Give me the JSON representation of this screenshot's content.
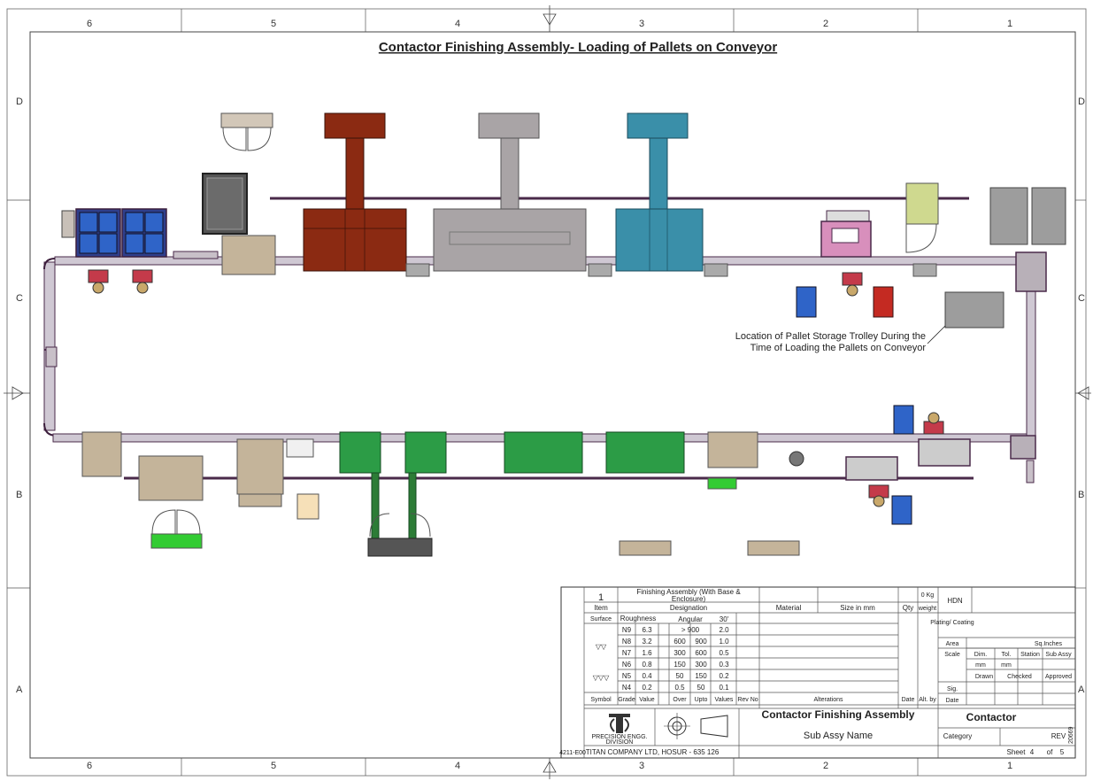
{
  "drawing": {
    "title": "Contactor Finishing Assembly- Loading of Pallets on Conveyor",
    "note_line1": "Location of Pallet Storage Trolley During the",
    "note_line2": "Time of Loading the Pallets on Conveyor"
  },
  "border": {
    "columns": [
      "6",
      "5",
      "4",
      "3",
      "2",
      "1"
    ],
    "rows": [
      "D",
      "C",
      "B",
      "A"
    ]
  },
  "colors": {
    "brown_station": "#8b2a12",
    "grey_station": "#a9a4a6",
    "teal_station": "#3a8fa9",
    "green_station": "#2c9c46",
    "tan_station": "#c4b49a",
    "blue_bin": "#2f64c8",
    "red_bin": "#c42a22",
    "pink_station": "#d88fbc",
    "olive_door": "#cfd98f",
    "conveyor": "#4a2a4a"
  },
  "title_block": {
    "item_no": "1",
    "item_desc_line1": "Finishing Assembly (With Base &",
    "item_desc_line2": "Enclosure)",
    "col_item": "Item",
    "col_designation": "Designation",
    "col_material": "Material",
    "col_size": "Size in mm",
    "col_qty": "Qty",
    "col_weight": "weight",
    "weight_val": "0 Kg",
    "hdn": "HDN",
    "surface": "Surface",
    "roughness": "Roughness",
    "angular": "Angular",
    "angular_val": "30'",
    "roughness_rows": [
      {
        "grade": "N9",
        "value": "6.3",
        "over": "> 900",
        "upto": "",
        "val": "2.0"
      },
      {
        "grade": "N8",
        "value": "3.2",
        "over": "600",
        "upto": "900",
        "val": "1.0"
      },
      {
        "grade": "N7",
        "value": "1.6",
        "over": "300",
        "upto": "600",
        "val": "0.5"
      },
      {
        "grade": "N6",
        "value": "0.8",
        "over": "150",
        "upto": "300",
        "val": "0.3"
      },
      {
        "grade": "N5",
        "value": "0.4",
        "over": "50",
        "upto": "150",
        "val": "0.2"
      },
      {
        "grade": "N4",
        "value": "0.2",
        "over": "0.5",
        "upto": "50",
        "val": "0.1"
      }
    ],
    "symbol2": "▽▽",
    "symbol3": "▽▽▽",
    "col_symbol": "Symbol",
    "col_grade": "Grade",
    "col_value": "Value",
    "col_over": "Over",
    "col_upto": "Upto",
    "col_values": "Values",
    "col_revno": "Rev No",
    "col_alterations": "Alterations",
    "col_date": "Date",
    "col_altby": "Alt. by",
    "plating": "Plating/ Coating",
    "area": "Area",
    "area_unit": "Sq.Inches",
    "scale": "Scale",
    "dim": "Dim.",
    "tol": "Tol.",
    "station": "Station",
    "sub_assy": "Sub Assy",
    "mm1": "mm",
    "mm2": "mm",
    "drawn": "Drawn",
    "checked": "Checked",
    "approved": "Approved",
    "sig": "Sig.",
    "date": "Date",
    "assembly_name": "Contactor Finishing Assembly",
    "sub_assy_name": "Sub Assy Name",
    "product": "Contactor",
    "category": "Category",
    "rev": "REV",
    "sheet": "Sheet",
    "sheet_no": "4",
    "of": "of",
    "sheet_total": "5",
    "company": "TITAN COMPANY LTD, HOSUR - 635 126",
    "division_line1": "PRECISION ENGG.",
    "division_line2": "DIVISION",
    "form_no": "4211-E00",
    "doc_no": "20669"
  }
}
